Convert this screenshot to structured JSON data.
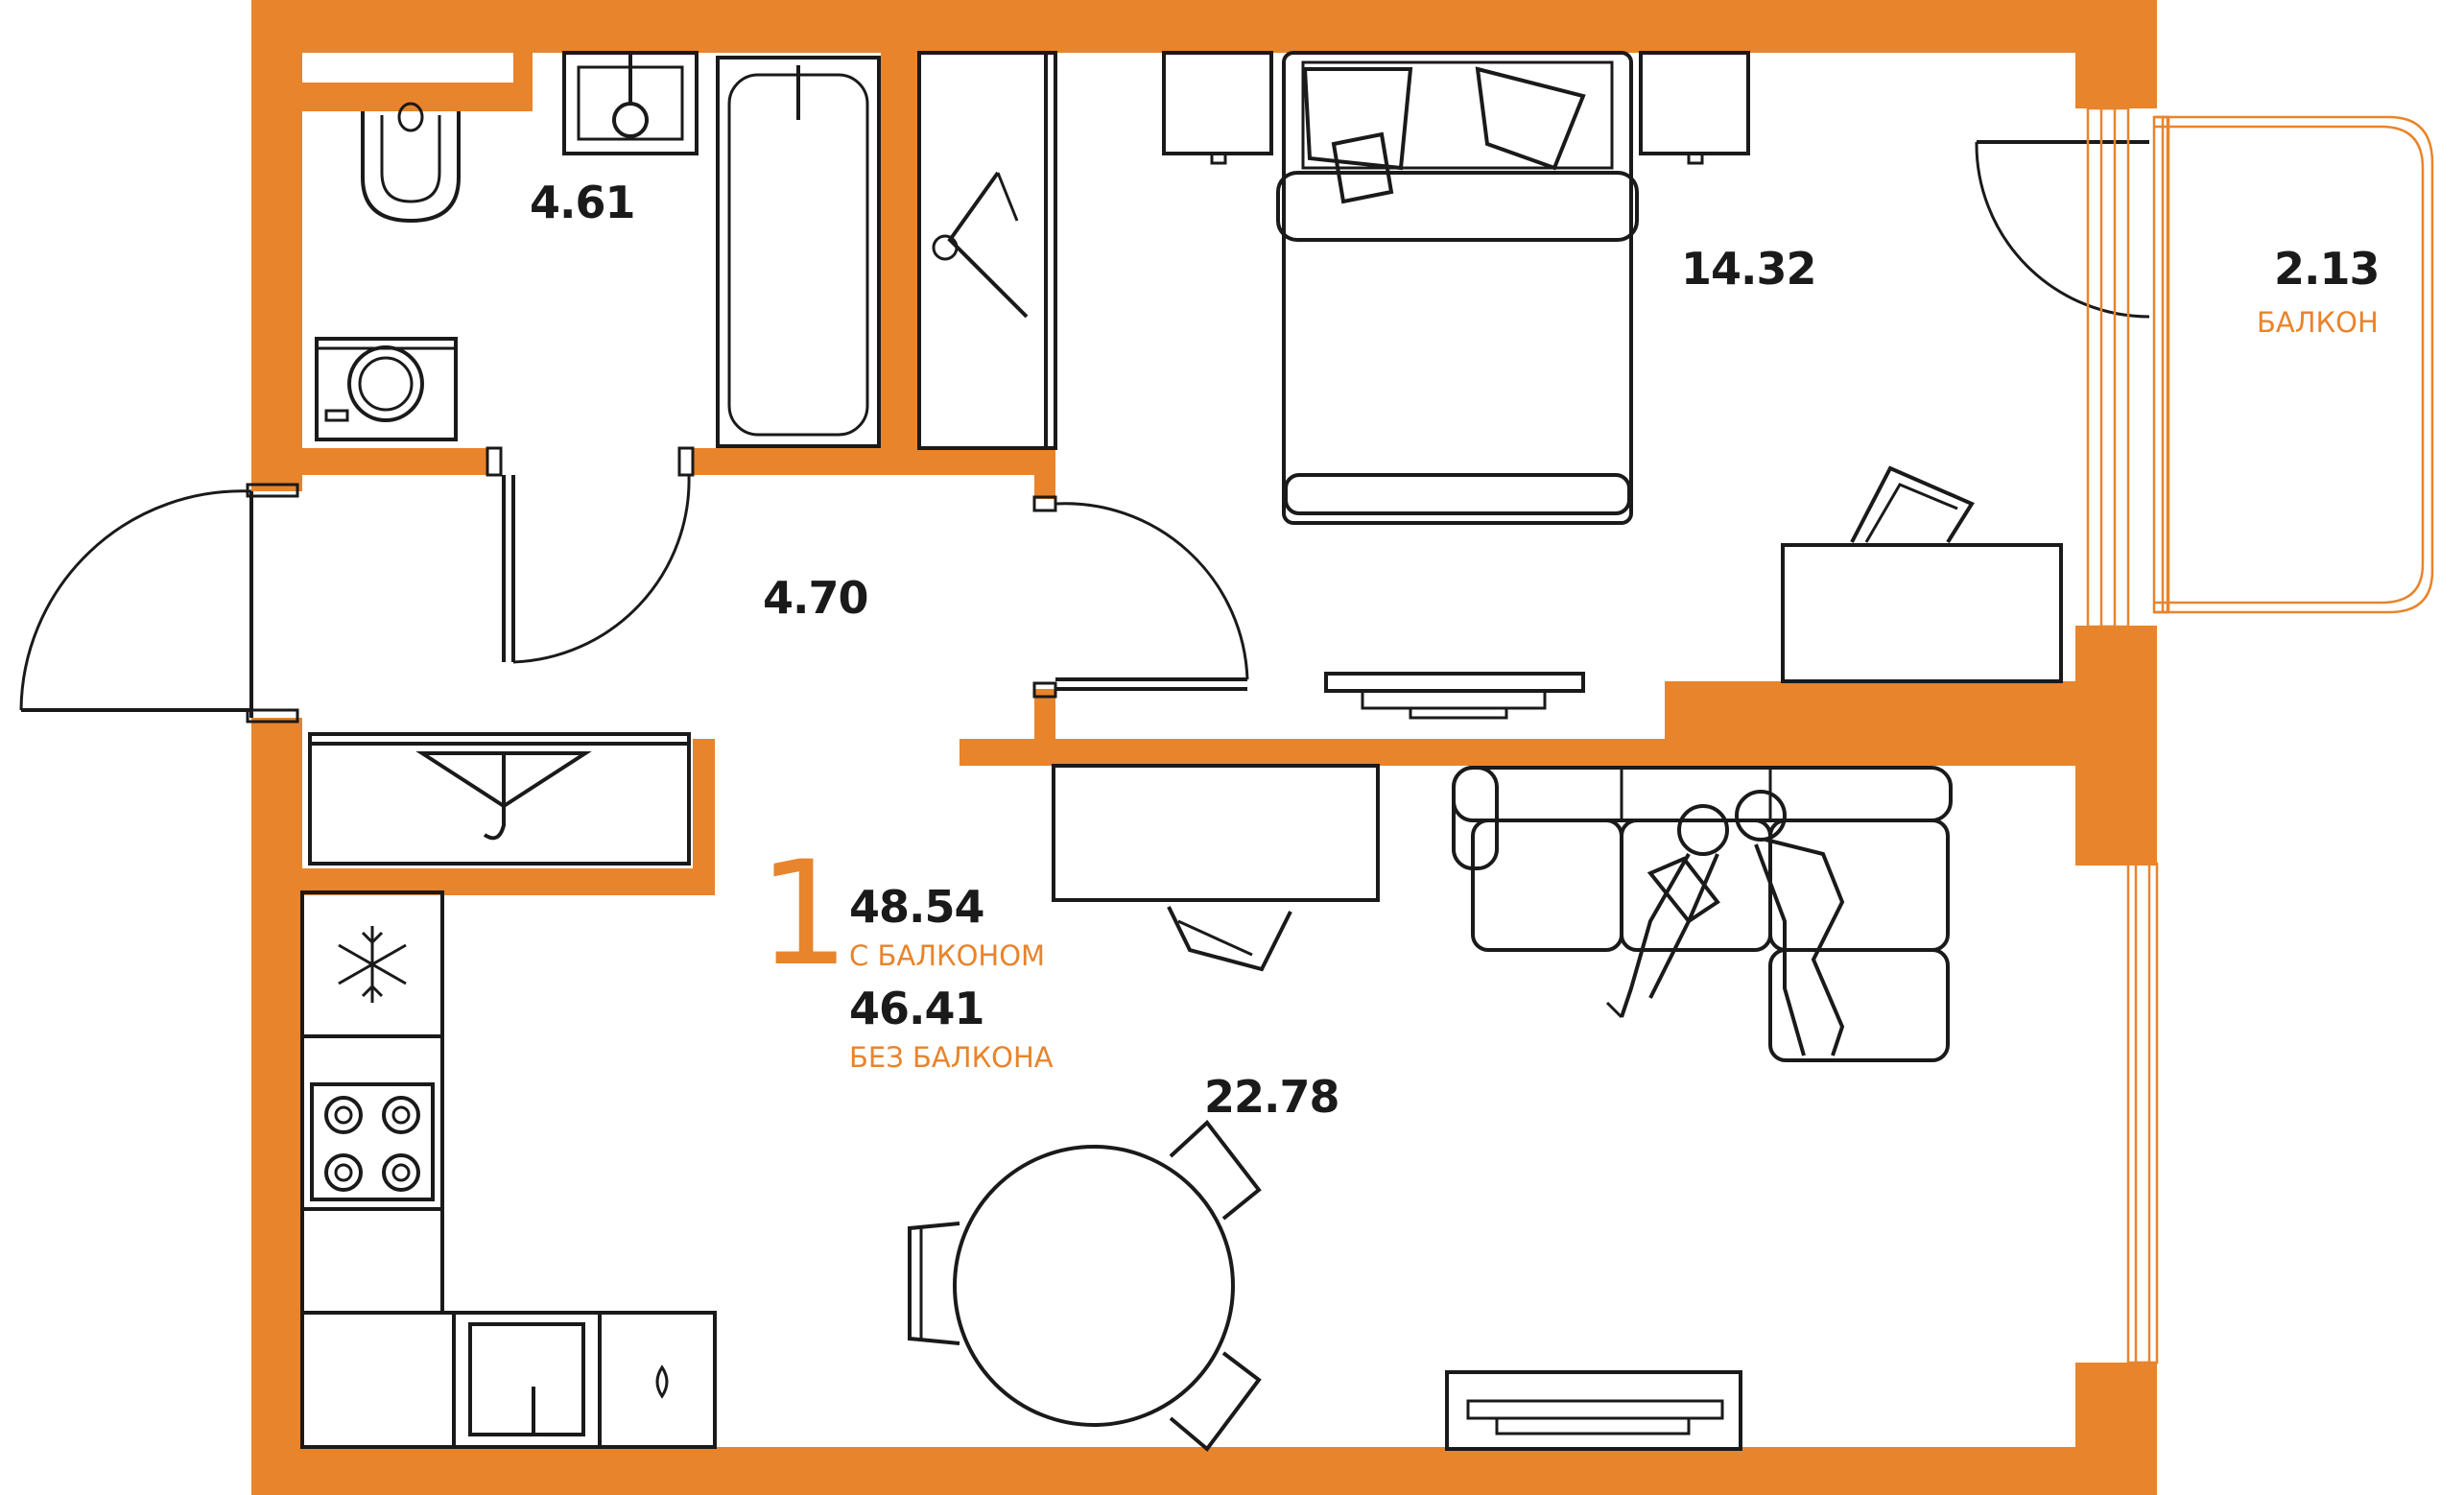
{
  "colors": {
    "wall": "#e8842c",
    "line": "#1a1a1a",
    "accent": "#e8842c",
    "background": "#ffffff"
  },
  "rooms": {
    "bathroom": {
      "area": "4.61"
    },
    "bedroom": {
      "area": "14.32"
    },
    "balcony": {
      "area": "2.13",
      "label": "БАЛКОН"
    },
    "hall": {
      "area": "4.70"
    },
    "living_kitchen": {
      "area": "22.78"
    }
  },
  "summary": {
    "rooms_count": "1",
    "area_with_balcony": "48.54",
    "with_balcony_label": "С БАЛКОНОМ",
    "area_without_balcony": "46.41",
    "without_balcony_label": "БЕЗ БАЛКОНА"
  },
  "icons": [
    "toilet-icon",
    "sink-icon",
    "bathtub-icon",
    "washing-machine-icon",
    "wardrobe-icon",
    "hanger-icon",
    "bed-icon",
    "pillow-icon",
    "nightstand-icon",
    "desk-icon",
    "chair-icon",
    "tv-stand-icon",
    "sofa-icon",
    "people-icon",
    "laptop-icon",
    "fridge-icon",
    "snowflake-icon",
    "stove-icon",
    "kitchen-sink-icon",
    "dishwasher-icon",
    "dining-table-icon",
    "door-swing-icon",
    "window-icon"
  ]
}
